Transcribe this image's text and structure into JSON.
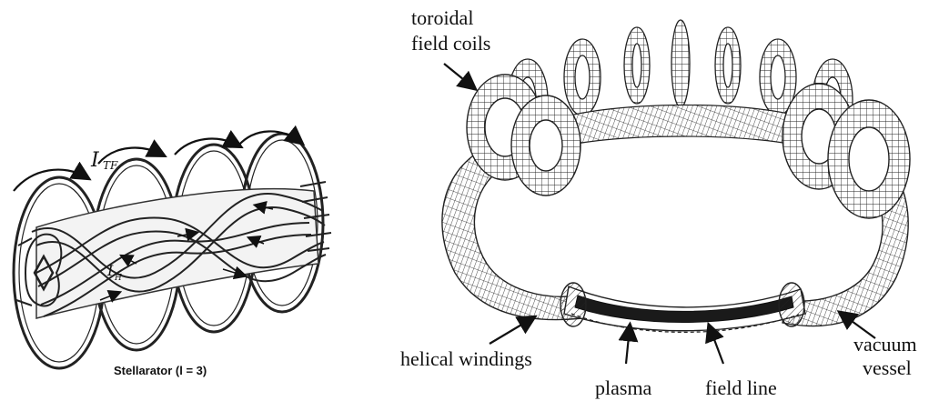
{
  "left_figure": {
    "caption": "Stellarator (l = 3)",
    "current_label_tf": "I",
    "current_label_tf_sub": "TF",
    "current_label_h": "I",
    "current_label_h_sub": "H"
  },
  "right_figure": {
    "labels": {
      "toroidal_line1": "toroidal",
      "toroidal_line2": "field coils",
      "helical": "helical windings",
      "plasma": "plasma",
      "field_line": "field line",
      "vacuum_line1": "vacuum",
      "vacuum_line2": "vessel"
    }
  }
}
